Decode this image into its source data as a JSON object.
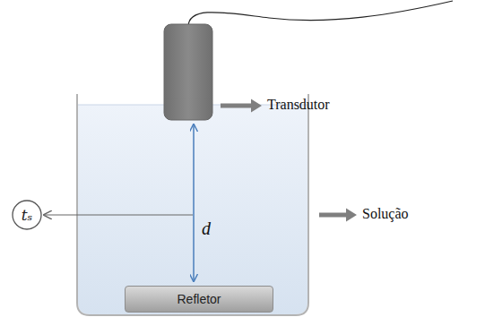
{
  "diagram": {
    "nodes": [
      {
        "text": [
          "tₛ"
        ]
      },
      {
        "text": [
          "Refletor"
        ]
      }
    ],
    "labels": [
      "Transdutor",
      "Solução",
      "d"
    ]
  }
}
